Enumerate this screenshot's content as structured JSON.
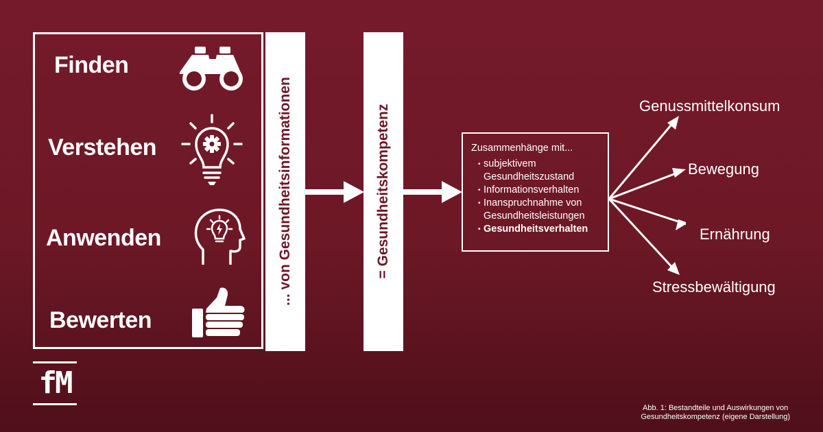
{
  "steps": [
    {
      "label": "Finden",
      "icon": "binoculars-icon"
    },
    {
      "label": "Verstehen",
      "icon": "lightbulb-gear-icon"
    },
    {
      "label": "Anwenden",
      "icon": "head-lightbulb-icon"
    },
    {
      "label": "Bewerten",
      "icon": "thumbs-up-icon"
    }
  ],
  "left_bar_text": "... von Gesundheitsinformationen",
  "middle_bar_text": "= Gesundheitskompetenz",
  "box": {
    "heading": "Zusammenhänge mit...",
    "items": [
      {
        "text": "subjektivem Gesundheitszustand",
        "bold": false
      },
      {
        "text": "Informationsverhalten",
        "bold": false
      },
      {
        "text": "Inanspruchnahme von Gesundheitsleistungen",
        "bold": false
      },
      {
        "text": "Gesundheitsverhalten",
        "bold": true
      }
    ]
  },
  "outcomes": [
    "Genussmittelkonsum",
    "Bewegung",
    "Ernährung",
    "Stressbewältigung"
  ],
  "logo": "fM",
  "caption": {
    "line1": "Abb. 1: Bestandteile und Auswirkungen von",
    "line2": "Gesundheitskompetenz (eigene Darstellung)"
  },
  "colors": {
    "background": "#6d1826",
    "foreground": "#ffffff"
  }
}
